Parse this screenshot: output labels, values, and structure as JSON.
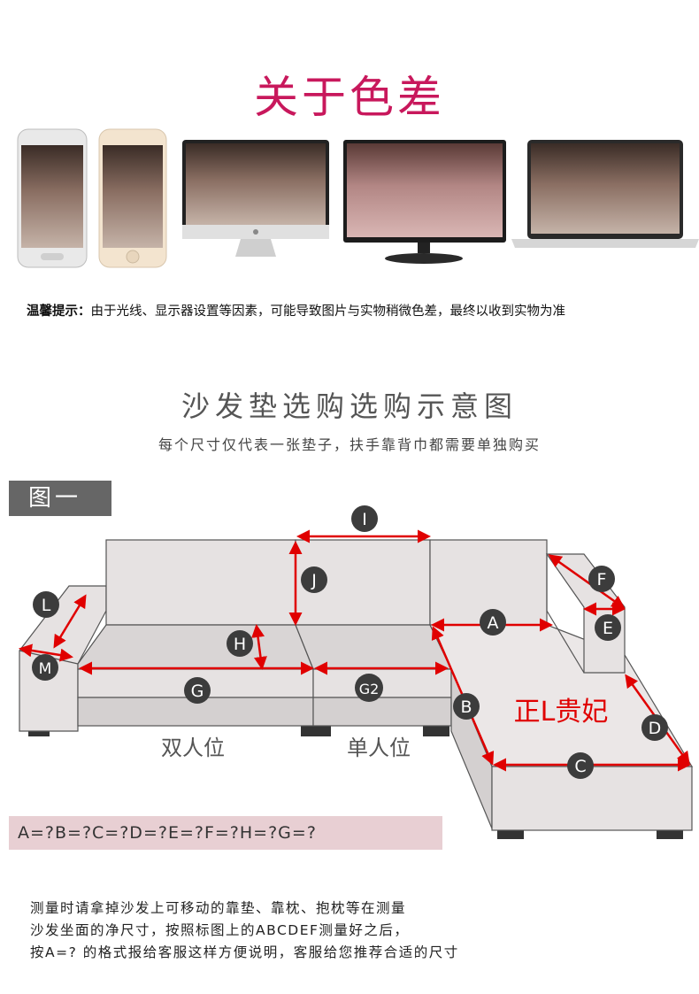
{
  "header": {
    "title": "关于色差"
  },
  "tip": {
    "label": "温馨提示：",
    "text": "由于光线、显示器设置等因素，可能导致图片与实物稍微色差，最终以收到实物为准"
  },
  "guide": {
    "title": "沙发垫选购选购示意图",
    "subtitle": "每个尺寸仅代表一张垫子，扶手靠背巾都需要单独购买",
    "figure_label": "图一"
  },
  "diagram": {
    "labels": {
      "I": "I",
      "J": "J",
      "L": "L",
      "M": "M",
      "H": "H",
      "G": "G",
      "G2": "G2",
      "A": "A",
      "B": "B",
      "C": "C",
      "D": "D",
      "E": "E",
      "F": "F"
    },
    "seat_double": "双人位",
    "seat_single": "单人位",
    "chaise_label": "正L贵妃"
  },
  "formula": "A=?B=?C=?D=?E=?F=?H=?G=?",
  "instructions": [
    "测量时请拿掉沙发上可移动的靠垫、靠枕、抱枕等在测量",
    "沙发坐面的净尺寸，按照标图上的ABCDEF测量好之后，",
    "按A=? 的格式报给客服这样方便说明，客服给您推荐合适的尺寸"
  ],
  "colors": {
    "title": "#c8185c",
    "arrow": "#e00000",
    "sofa_fill": "#e6e2e2",
    "sofa_seat": "#d4d0d0",
    "marker": "#3c3c3c"
  }
}
